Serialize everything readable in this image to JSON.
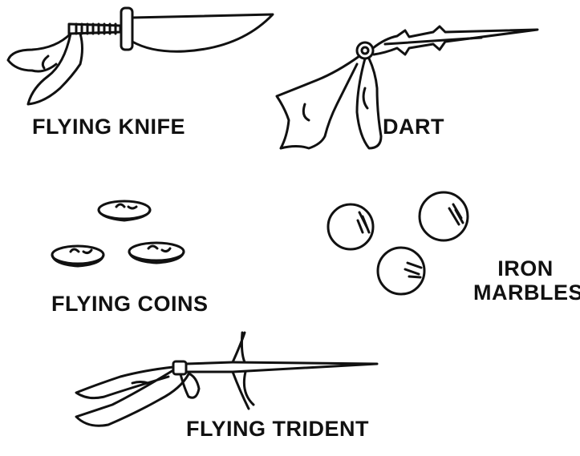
{
  "labels": {
    "flying_knife": "FLYING KNIFE",
    "dart": "DART",
    "flying_coins": "FLYING COINS",
    "iron_marbles_line1": "IRON",
    "iron_marbles_line2": "MARBLES",
    "flying_trident": "FLYING TRIDENT"
  },
  "colors": {
    "ink": "#111111",
    "background": "#ffffff"
  }
}
